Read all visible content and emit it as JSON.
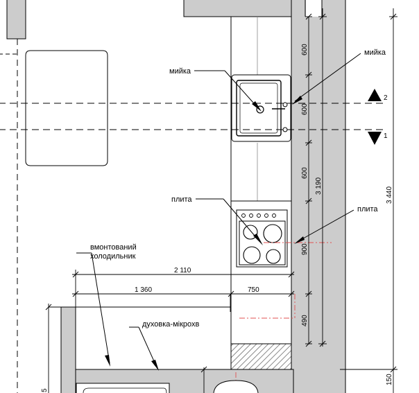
{
  "labels": {
    "sink_left": "мийка",
    "sink_right": "мийка",
    "stove_left": "плита",
    "stove_right": "плита",
    "fridge_line1": "вмонтований",
    "fridge_line2": "холодильник",
    "oven": "духовка-мікрохв"
  },
  "dimensions": {
    "d2110": "2 110",
    "d1360": "1 360",
    "d750": "750",
    "d600a": "600",
    "d600b": "600",
    "d600c": "600",
    "d900": "900",
    "d490": "490",
    "d3190": "3 190",
    "d3440": "3 440",
    "d150": "150",
    "d5": "5"
  },
  "section_marks": {
    "mark2": "2",
    "mark1": "1"
  },
  "colors": {
    "wall_fill": "#cccccc",
    "line": "#000000",
    "red_dash": "#e05050"
  }
}
